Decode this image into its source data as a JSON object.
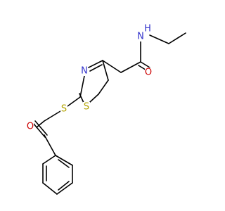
{
  "molecule": {
    "atoms": [
      {
        "label": "N",
        "color": "#3333cc"
      },
      {
        "label": "H",
        "color": "#3333cc"
      },
      {
        "label": "O",
        "color": "#cc0000"
      },
      {
        "label": "N",
        "color": "#3333cc"
      },
      {
        "label": "S",
        "color": "#b3a300"
      },
      {
        "label": "S",
        "color": "#b3a300"
      },
      {
        "label": "O",
        "color": "#cc0000"
      }
    ]
  }
}
